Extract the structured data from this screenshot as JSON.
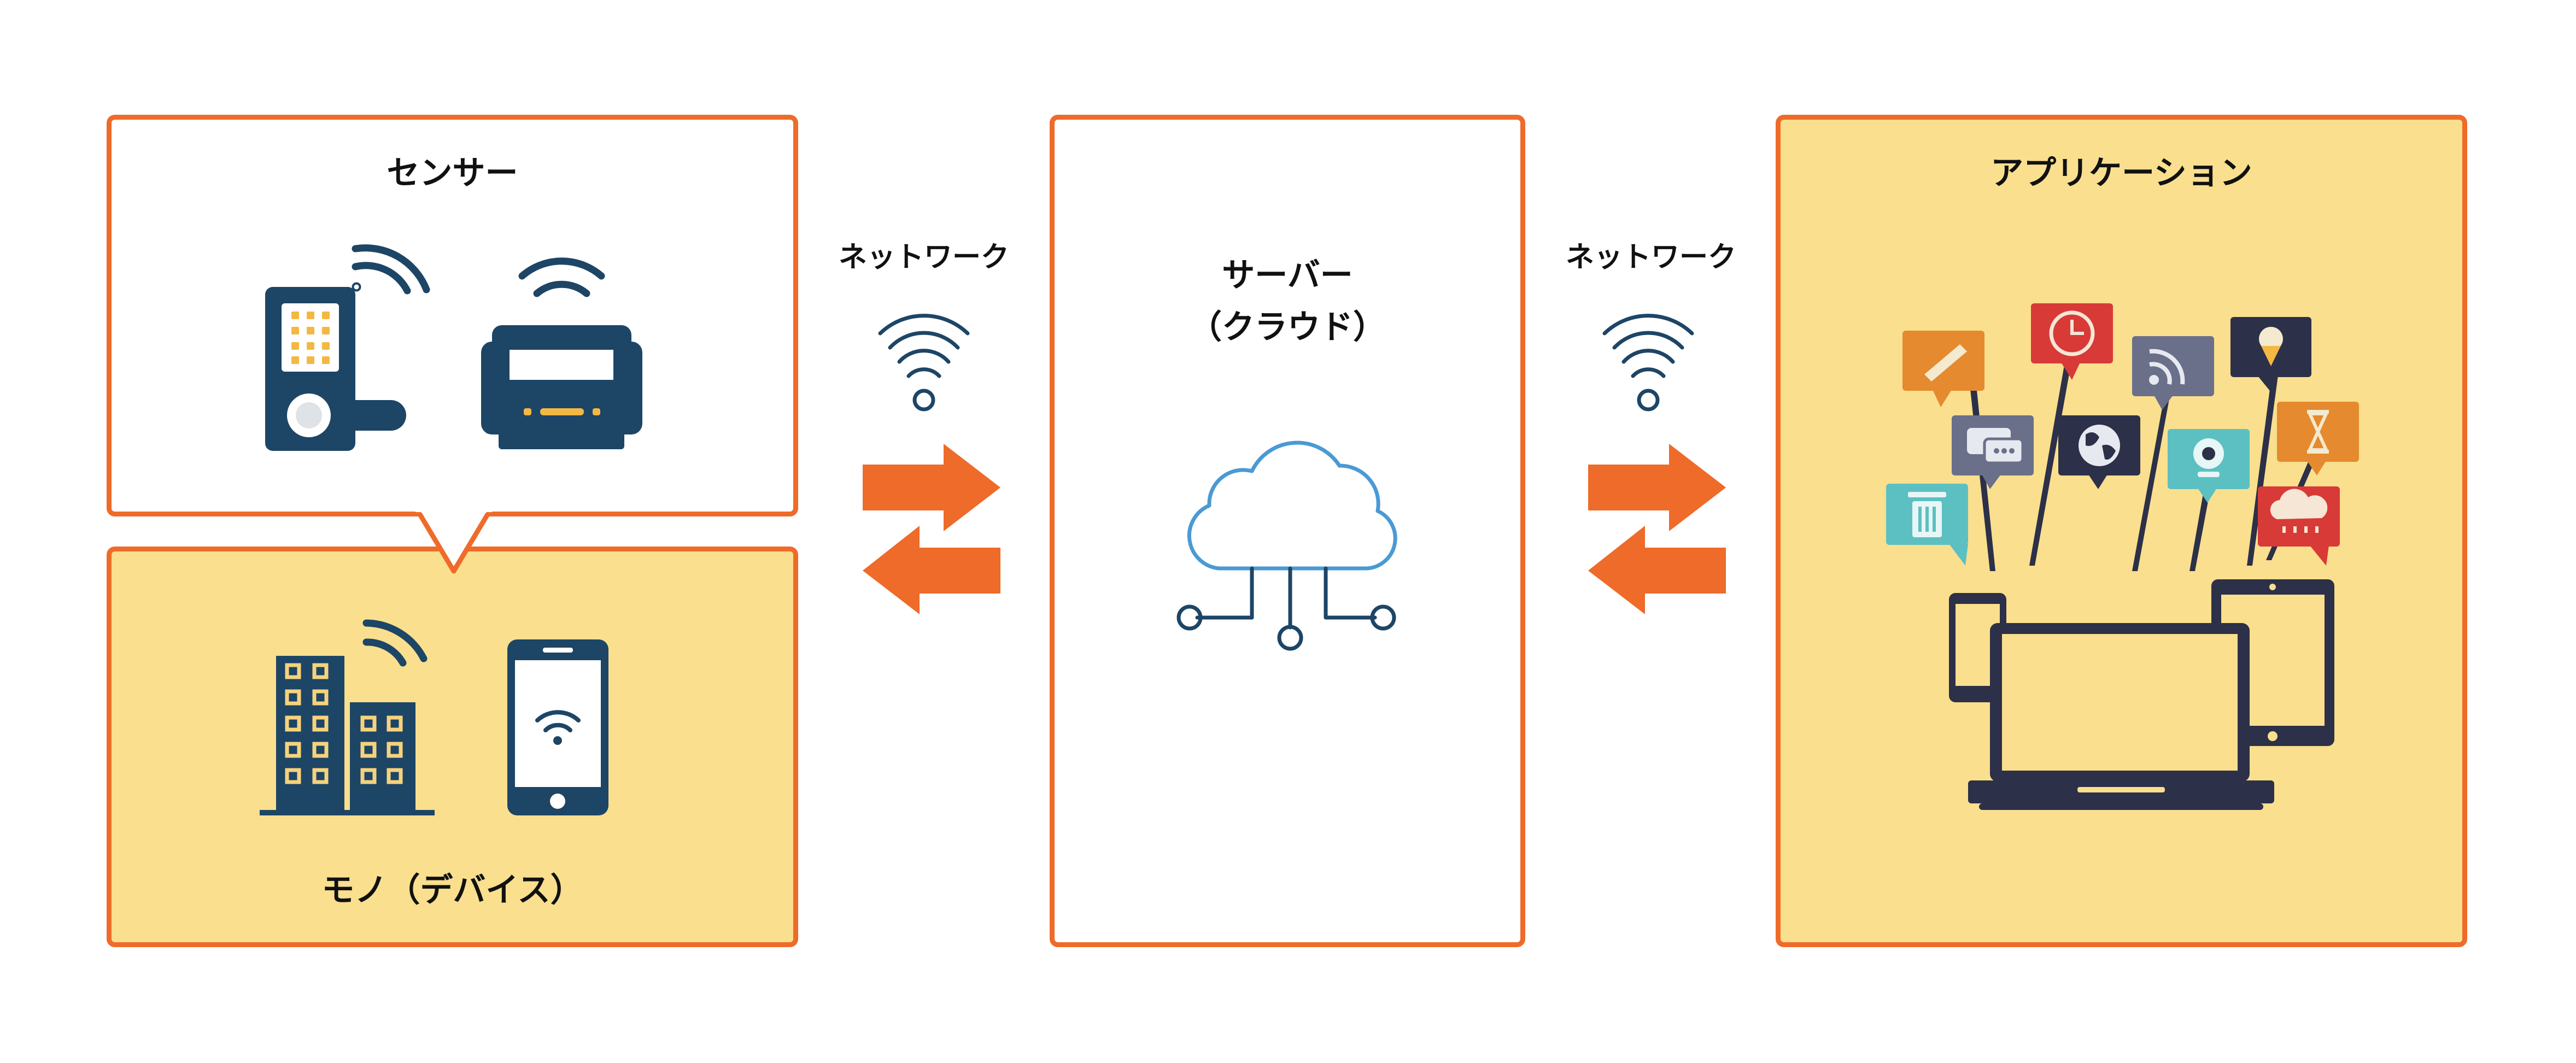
{
  "sensor_panel": {
    "title": "センサー"
  },
  "device_panel": {
    "title": "モノ（デバイス）"
  },
  "server_panel": {
    "title_line1": "サーバー",
    "title_line2": "（クラウド）"
  },
  "app_panel": {
    "title": "アプリケーション"
  },
  "network_left": {
    "label": "ネットワーク"
  },
  "network_right": {
    "label": "ネットワーク"
  },
  "colors": {
    "accent_orange": "#ee6b2a",
    "panel_yellow": "#f9df8e",
    "icon_navy": "#1d4566",
    "cloud_blue": "#4a9ad4",
    "device_dark": "#2c3048"
  },
  "icons": [
    "door-lock-icon",
    "printer-icon",
    "buildings-icon",
    "smartphone-icon",
    "wifi-icon",
    "cloud-network-icon",
    "laptop-icon",
    "tablet-icon",
    "phone-icon",
    "app-bubble-icons"
  ]
}
